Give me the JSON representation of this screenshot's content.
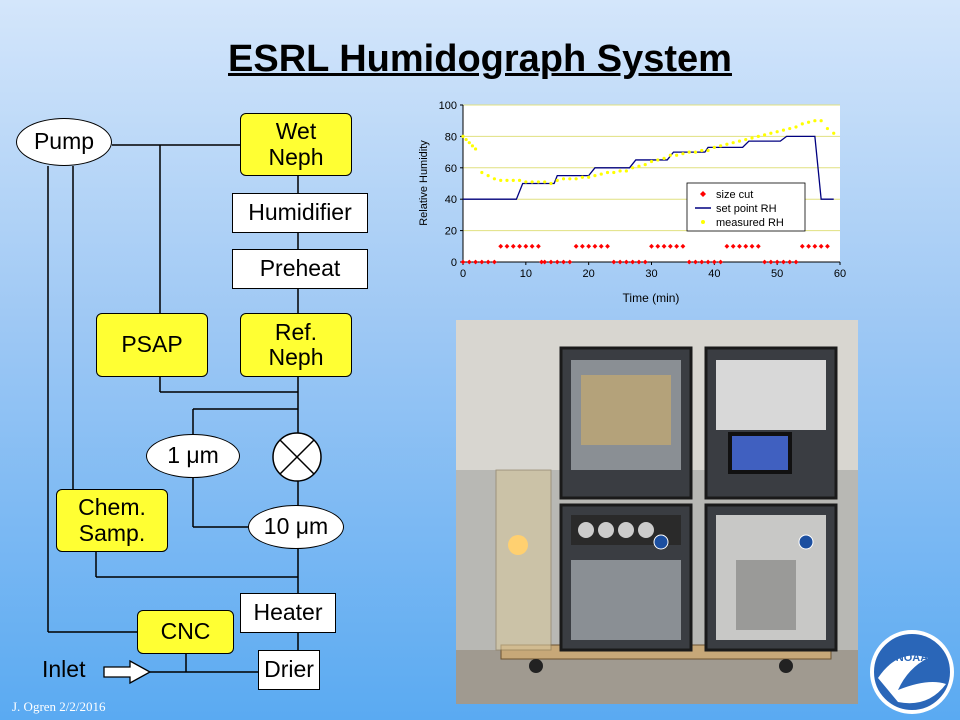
{
  "title": "ESRL Humidograph System",
  "diagram": {
    "pump": "Pump",
    "wet_neph": "Wet\nNeph",
    "humidifier": "Humidifier",
    "preheat": "Preheat",
    "psap": "PSAP",
    "ref_neph": "Ref.\nNeph",
    "size_1": "1 μm",
    "size_10": "10 μm",
    "chem_samp": "Chem.\nSamp.",
    "heater": "Heater",
    "cnc": "CNC",
    "drier": "Drier",
    "inlet": "Inlet"
  },
  "footer": "J. Ogren  2/2/2016",
  "logo_text": "NOAA",
  "chart_data": {
    "type": "scatter",
    "xlabel": "Time (min)",
    "ylabel": "Relative Humidity",
    "xlim": [
      0,
      60
    ],
    "ylim": [
      0,
      100
    ],
    "xticks": [
      0,
      10,
      20,
      30,
      40,
      50,
      60
    ],
    "yticks": [
      0,
      20,
      40,
      60,
      80,
      100
    ],
    "legend_position": "center-right",
    "series": [
      {
        "name": "size cut",
        "color": "#ff0000",
        "marker": "diamond",
        "x": [
          0,
          1,
          2,
          3,
          4,
          5,
          6,
          7,
          8,
          9,
          10,
          11,
          12,
          12.5,
          13,
          14,
          15,
          16,
          17,
          18,
          19,
          20,
          21,
          22,
          23,
          24,
          25,
          26,
          27,
          28,
          29,
          30,
          31,
          32,
          33,
          34,
          35,
          36,
          37,
          38,
          39,
          40,
          41,
          42,
          43,
          44,
          45,
          46,
          47,
          48,
          49,
          50,
          51,
          52,
          53,
          54,
          55,
          56,
          57,
          58
        ],
        "y": [
          0,
          0,
          0,
          0,
          0,
          0,
          10,
          10,
          10,
          10,
          10,
          10,
          10,
          0,
          0,
          0,
          0,
          0,
          0,
          10,
          10,
          10,
          10,
          10,
          10,
          0,
          0,
          0,
          0,
          0,
          0,
          10,
          10,
          10,
          10,
          10,
          10,
          0,
          0,
          0,
          0,
          0,
          0,
          10,
          10,
          10,
          10,
          10,
          10,
          0,
          0,
          0,
          0,
          0,
          0,
          10,
          10,
          10,
          10,
          10
        ]
      },
      {
        "name": "set point RH",
        "color": "#000080",
        "marker": "line",
        "x": [
          0,
          8.5,
          9.5,
          14.5,
          15,
          20,
          21,
          26.5,
          27.5,
          32.5,
          33.5,
          38.5,
          39,
          44.5,
          45.5,
          50.5,
          51.5,
          56,
          57,
          59
        ],
        "y": [
          40,
          40,
          50,
          50,
          55,
          55,
          60,
          60,
          65,
          65,
          70,
          70,
          73,
          73,
          77,
          77,
          80,
          80,
          40,
          40
        ]
      },
      {
        "name": "measured RH",
        "color": "#ffff00",
        "marker": "dot",
        "x": [
          0,
          0.5,
          1,
          1.5,
          2,
          3,
          4,
          5,
          6,
          7,
          8,
          9,
          10,
          11,
          12,
          13,
          14,
          15,
          16,
          17,
          18,
          19,
          20,
          21,
          22,
          23,
          24,
          25,
          26,
          27,
          28,
          29,
          30,
          31,
          32,
          33,
          34,
          35,
          36,
          37,
          38,
          39,
          40,
          41,
          42,
          43,
          44,
          45,
          46,
          47,
          48,
          49,
          50,
          51,
          52,
          53,
          54,
          55,
          56,
          57,
          58,
          59
        ],
        "y": [
          80,
          78,
          76,
          74,
          72,
          57,
          55,
          53,
          52,
          52,
          52,
          52,
          51,
          51,
          51,
          51,
          50,
          52,
          53,
          53,
          53,
          54,
          54,
          55,
          56,
          57,
          57,
          58,
          58,
          60,
          61,
          62,
          64,
          65,
          66,
          68,
          68,
          69,
          70,
          70,
          71,
          71,
          73,
          74,
          75,
          76,
          77,
          78,
          79,
          80,
          81,
          82,
          83,
          84,
          85,
          86,
          88,
          89,
          90,
          90,
          85,
          82
        ]
      }
    ]
  }
}
